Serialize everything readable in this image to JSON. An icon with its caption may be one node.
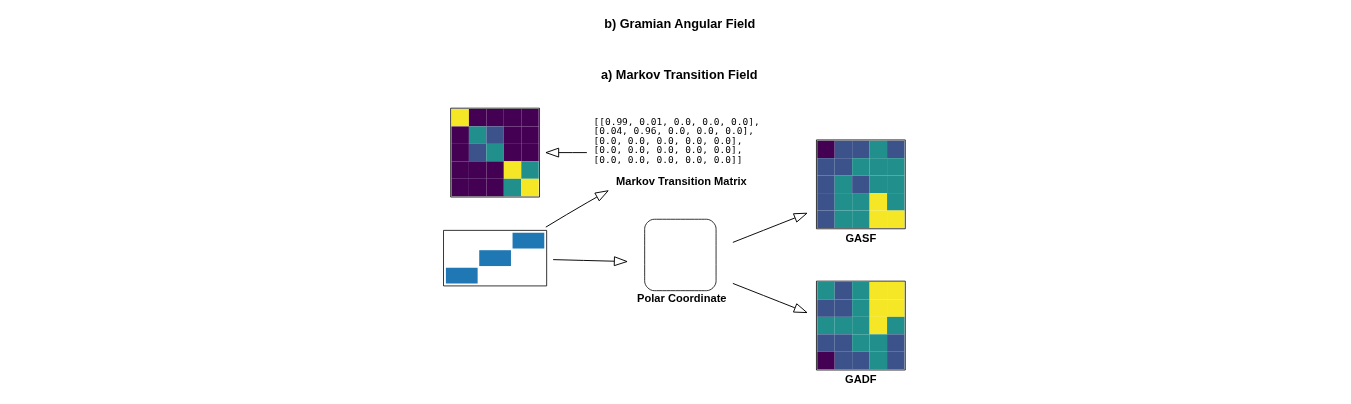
{
  "diagram": {
    "nodes": [
      {
        "text": [],
        "shape": "picture"
      },
      {
        "text": [
          "[[0.99, 0.01, 0.0, 0.0, 0.0], [0.04, 0.96, 0.0, 0.0, 0.0], [0.0, 0.0, 0.0, 0.0, 0.0], [0.0, 0.0, 0.0, 0.0, 0.0], [0.0, 0.0, 0.0, 0.0, 0.0]]",
          "Markov Transition Matrix"
        ]
      },
      {
        "text": [],
        "shape": "picture"
      },
      {
        "text": [
          "Polar Coordinate"
        ]
      },
      {
        "text": [
          "GASF"
        ]
      },
      {
        "text": [
          "GADF"
        ]
      }
    ],
    "edges": [
      {
        "from": 1,
        "to": 0,
        "arrow": "to"
      },
      {
        "from": 2,
        "to": 1,
        "arrow": "to"
      },
      {
        "from": 2,
        "to": 3,
        "arrow": "to"
      },
      {
        "from": 3,
        "to": 4,
        "arrow": "to"
      },
      {
        "from": 3,
        "to": 5,
        "arrow": "to"
      }
    ],
    "labels": [
      "a) Markov Transition Field",
      "b) Gramian Angular Field"
    ]
  }
}
